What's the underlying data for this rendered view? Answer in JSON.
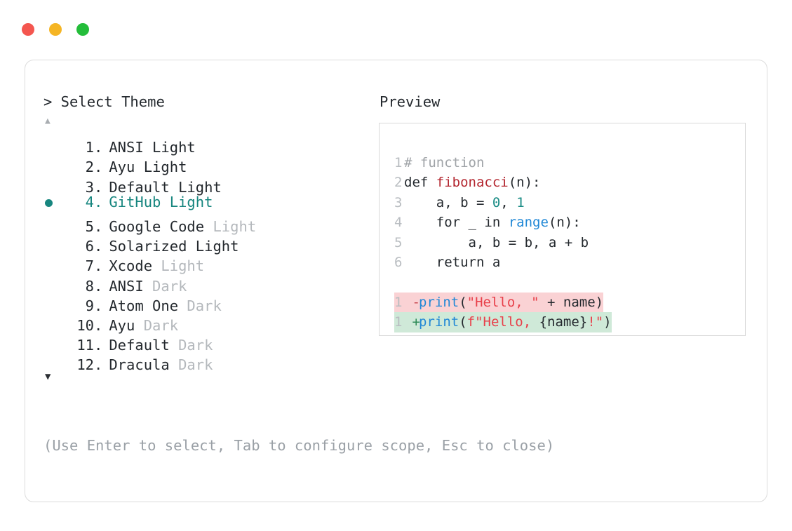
{
  "window": {
    "traffic_lights": [
      {
        "name": "close",
        "color": "#f4564f"
      },
      {
        "name": "minimize",
        "color": "#f5b524"
      },
      {
        "name": "maximize",
        "color": "#24bd3a"
      }
    ]
  },
  "selector": {
    "prompt": "> Select Theme",
    "scroll_up": "▲",
    "scroll_down": "▼",
    "selected_index": 4,
    "items": [
      {
        "index": "1.",
        "name": "ANSI Light",
        "variant": ""
      },
      {
        "index": "2.",
        "name": "Ayu Light",
        "variant": ""
      },
      {
        "index": "3.",
        "name": "Default Light",
        "variant": ""
      },
      {
        "index": "4.",
        "name": "GitHub Light",
        "variant": ""
      },
      {
        "index": "5.",
        "name": "Google Code",
        "variant": " Light"
      },
      {
        "index": "6.",
        "name": "Solarized Light",
        "variant": ""
      },
      {
        "index": "7.",
        "name": "Xcode",
        "variant": " Light"
      },
      {
        "index": "8.",
        "name": "ANSI",
        "variant": " Dark"
      },
      {
        "index": "9.",
        "name": "Atom One",
        "variant": " Dark"
      },
      {
        "index": "10.",
        "name": "Ayu",
        "variant": " Dark"
      },
      {
        "index": "11.",
        "name": "Default",
        "variant": " Dark"
      },
      {
        "index": "12.",
        "name": "Dracula",
        "variant": " Dark"
      }
    ],
    "hint": "(Use Enter to select, Tab to configure scope, Esc to close)"
  },
  "preview": {
    "label": "Preview",
    "lines": [
      {
        "no": "1",
        "tokens": [
          {
            "t": "# function",
            "c": "c-comment"
          }
        ]
      },
      {
        "no": "2",
        "tokens": [
          {
            "t": "def ",
            "c": "c-kw"
          },
          {
            "t": "fibonacci",
            "c": "c-fn"
          },
          {
            "t": "(n):",
            "c": "c-punct"
          }
        ]
      },
      {
        "no": "3",
        "tokens": [
          {
            "t": "    a, b = ",
            "c": "c-punct"
          },
          {
            "t": "0",
            "c": "c-num"
          },
          {
            "t": ", ",
            "c": "c-punct"
          },
          {
            "t": "1",
            "c": "c-num"
          }
        ]
      },
      {
        "no": "4",
        "tokens": [
          {
            "t": "    for _ in ",
            "c": "c-kw"
          },
          {
            "t": "range",
            "c": "c-builtin"
          },
          {
            "t": "(n):",
            "c": "c-punct"
          }
        ]
      },
      {
        "no": "5",
        "tokens": [
          {
            "t": "        a, b = b, a + b",
            "c": "c-punct"
          }
        ]
      },
      {
        "no": "6",
        "tokens": [
          {
            "t": "    return a",
            "c": "c-kw"
          }
        ]
      }
    ],
    "diff": [
      {
        "no": "1",
        "sign": "-",
        "kind": "del",
        "tokens": [
          {
            "t": "print",
            "c": "c-builtin"
          },
          {
            "t": "(",
            "c": "c-punct"
          },
          {
            "t": "\"Hello, \"",
            "c": "c-str"
          },
          {
            "t": " + name)",
            "c": "c-punct"
          }
        ]
      },
      {
        "no": "1",
        "sign": "+",
        "kind": "add",
        "tokens": [
          {
            "t": "print",
            "c": "c-builtin"
          },
          {
            "t": "(",
            "c": "c-punct"
          },
          {
            "t": "f\"Hello, ",
            "c": "c-str"
          },
          {
            "t": "{name}",
            "c": "c-punct"
          },
          {
            "t": "!\"",
            "c": "c-str"
          },
          {
            "t": ")",
            "c": "c-punct"
          }
        ]
      }
    ]
  },
  "colors": {
    "teal": "#17867f",
    "crimson": "#b3262f",
    "red": "#e8404a",
    "blue": "#2188d6",
    "diff_del_bg": "#fad2d4",
    "diff_add_bg": "#cfe9d8"
  }
}
